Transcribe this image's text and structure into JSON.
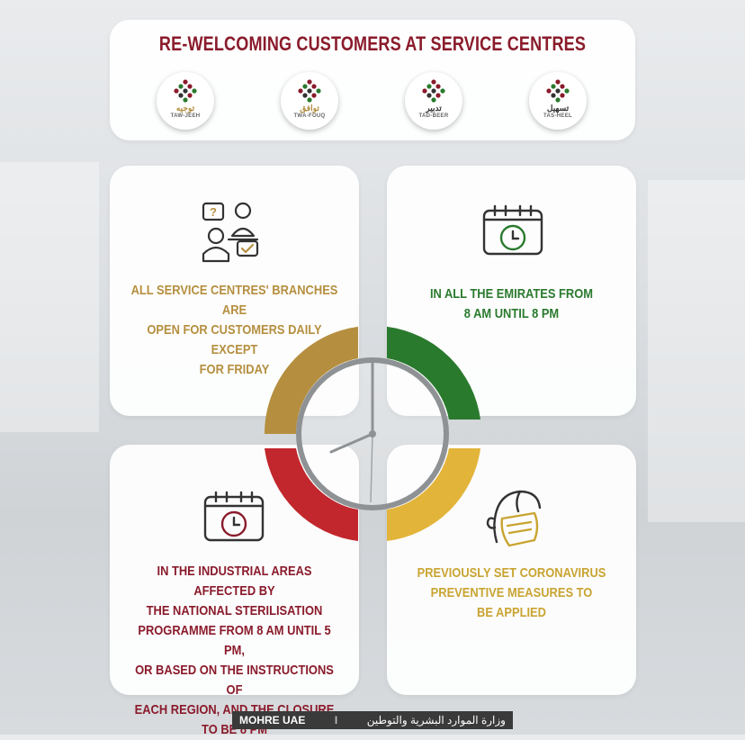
{
  "title": "RE-WELCOMING CUSTOMERS AT SERVICE CENTRES",
  "logos": [
    {
      "arabic": "توجيه",
      "latin": "TAW-JEEH"
    },
    {
      "arabic": "توافق",
      "latin": "TWA-FOUQ"
    },
    {
      "arabic": "تدبير",
      "latin": "TAD-BEER"
    },
    {
      "arabic": "تسهيل",
      "latin": "TAS-HEEL"
    }
  ],
  "quadrants": {
    "q1": {
      "line1": "ALL SERVICE CENTRES' BRANCHES ARE",
      "line2": "OPEN FOR CUSTOMERS DAILY EXCEPT",
      "line3": "FOR FRIDAY",
      "icon": "customer-service-icon",
      "color": "#b58f3f"
    },
    "q2": {
      "line1": "IN ALL THE EMIRATES FROM",
      "line2": "8 AM UNTIL 8 PM",
      "icon": "calendar-clock-icon",
      "color": "#2a7a2e"
    },
    "q3": {
      "line1": "IN THE INDUSTRIAL AREAS AFFECTED BY",
      "line2": "THE NATIONAL STERILISATION",
      "line3": "PROGRAMME FROM 8 AM UNTIL 5 PM,",
      "line4": "OR BASED ON THE INSTRUCTIONS OF",
      "line5": "EACH REGION, AND THE CLOSURE",
      "line6": "TO BE 8 PM",
      "icon": "calendar-clock-icon",
      "color": "#8a1b2b"
    },
    "q4": {
      "line1": "PREVIOUSLY SET CORONAVIRUS",
      "line2": "PREVENTIVE MEASURES TO",
      "line3": "BE APPLIED",
      "icon": "face-mask-icon",
      "color": "#c9a431"
    }
  },
  "footer": {
    "brand": "MOHRE UAE",
    "separator": "I",
    "arabic": "وزارة الموارد البشرية والتوطين"
  }
}
